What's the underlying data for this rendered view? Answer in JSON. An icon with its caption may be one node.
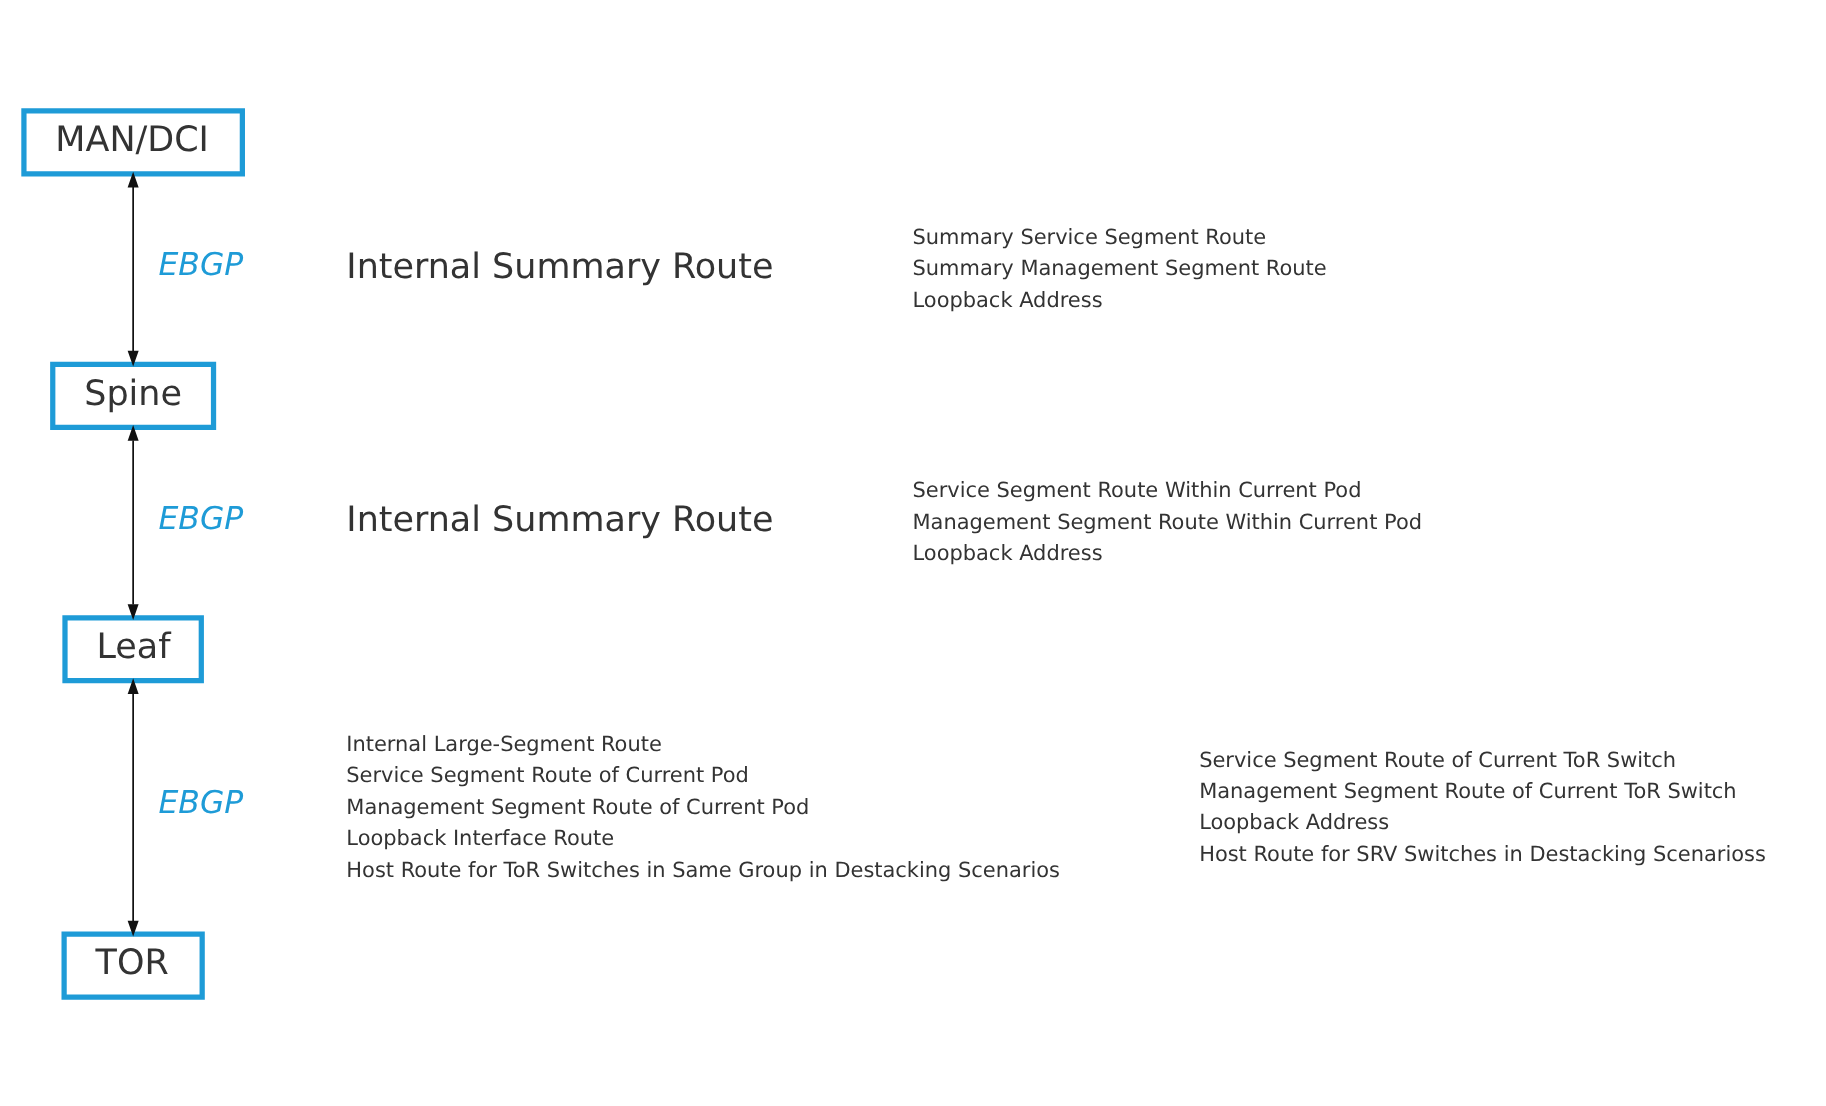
{
  "diagram": {
    "nodes": [
      {
        "text": [
          "MAN/DCI"
        ]
      },
      {
        "text": [
          "Spine"
        ]
      },
      {
        "text": [
          "Leaf"
        ]
      },
      {
        "text": [
          "TOR"
        ]
      }
    ],
    "edges": [
      {
        "from": 0,
        "to": 1,
        "arrow": "both",
        "label": "EBGP"
      },
      {
        "from": 1,
        "to": 2,
        "arrow": "both",
        "label": "EBGP"
      },
      {
        "from": 2,
        "to": 3,
        "arrow": "both",
        "label": "EBGP"
      }
    ],
    "labels": [
      "Internal Summary Route",
      "Summary Service Segment Route",
      "Summary Management Segment Route",
      "Loopback Address",
      "Internal Summary Route",
      "Service Segment Route Within Current Pod",
      "Management Segment Route Within Current Pod",
      "Loopback Address",
      "Internal Large-Segment Route",
      "Service Segment Route of Current Pod",
      "Management Segment Route of Current Pod",
      "Loopback Interface Route",
      "Host Route for ToR Switches in Same Group in Destacking Scenarios",
      "Service Segment Route of Current ToR Switch",
      "Management Segment Route of Current ToR Switch",
      "Loopback Address",
      "Host Route for SRV Switches in Destacking Scenarioss"
    ]
  }
}
